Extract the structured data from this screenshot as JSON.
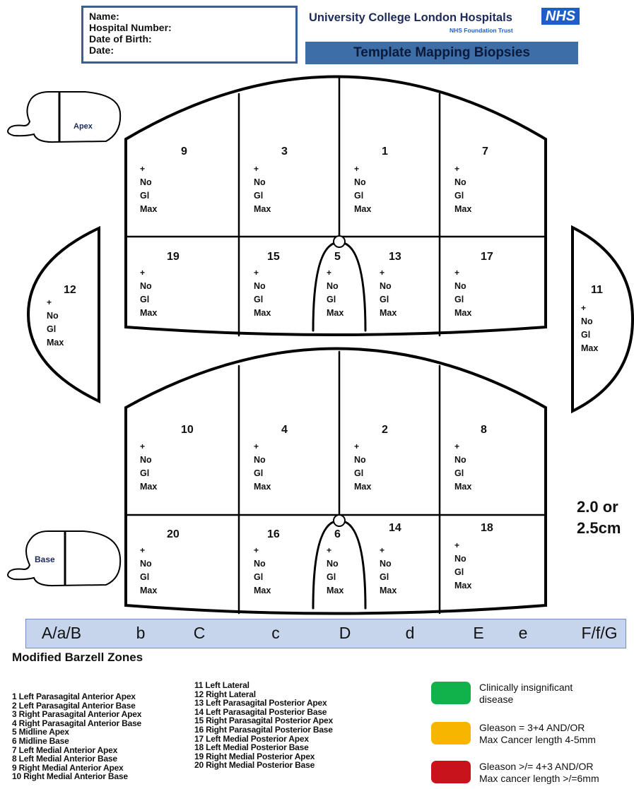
{
  "header": {
    "patient_fields": [
      "Name:",
      "Hospital Number:",
      "Date of Birth:",
      "Date:"
    ],
    "hospital_name": "University College London Hospitals",
    "nhs_logo": "NHS",
    "trust_name": "NHS Foundation Trust",
    "template_title": "Template Mapping Biopsies"
  },
  "profiles": {
    "apex_label": "Apex",
    "base_label": "Base"
  },
  "cell_fields": [
    "+",
    "No",
    "Gl",
    "Max"
  ],
  "apex_grid": {
    "top_row": [
      "9",
      "3",
      "1",
      "7"
    ],
    "bottom_row": [
      "19",
      "15",
      "5",
      "13",
      "17"
    ]
  },
  "base_grid": {
    "top_row": [
      "10",
      "4",
      "2",
      "8"
    ],
    "bottom_row": [
      "20",
      "16",
      "6",
      "14",
      "18"
    ]
  },
  "lateral": {
    "left": "12",
    "right": "11"
  },
  "scale_label": [
    "2.0 or",
    "2.5cm"
  ],
  "barzell_letters": [
    "A/a/B",
    "b",
    "C",
    "c",
    "D",
    "d",
    "E",
    "e",
    "F/f/G"
  ],
  "legend": {
    "title": "Modified Barzell Zones",
    "zones_col1": [
      "1  Left Parasagital Anterior Apex",
      "2  Left Parasagital Anterior Base",
      "3  Right Parasagital Anterior Apex",
      "4  Right Parasagital Anterior Base",
      "5  Midline Apex",
      "6  Midline Base",
      "7  Left Medial Anterior Apex",
      "8  Left Medial Anterior Base",
      "9  Right Medial Anterior Apex",
      "10 Right Medial Anterior Base"
    ],
    "zones_col2": [
      "11 Left Lateral",
      "12 Right Lateral",
      "13 Left Parasagital Posterior Apex",
      "14 Left Parasagital Posterior Base",
      "15 Right Parasagital Posterior Apex",
      "16 Right Parasagital Posterior Base",
      "17 Left Medial Posterior Apex",
      "18 Left Medial Posterior Base",
      "19 Right Medial Posterior Apex",
      "20 Right Medial Posterior Base"
    ]
  },
  "key": [
    {
      "color": "#11b24b",
      "lines": [
        "Clinically insignificant",
        "disease"
      ]
    },
    {
      "color": "#f7b500",
      "lines": [
        "Gleason = 3+4 AND/OR",
        "Max Cancer length 4-5mm"
      ]
    },
    {
      "color": "#c8121c",
      "lines": [
        "Gleason >/= 4+3 AND/OR",
        "Max cancer length >/=6mm"
      ]
    }
  ]
}
